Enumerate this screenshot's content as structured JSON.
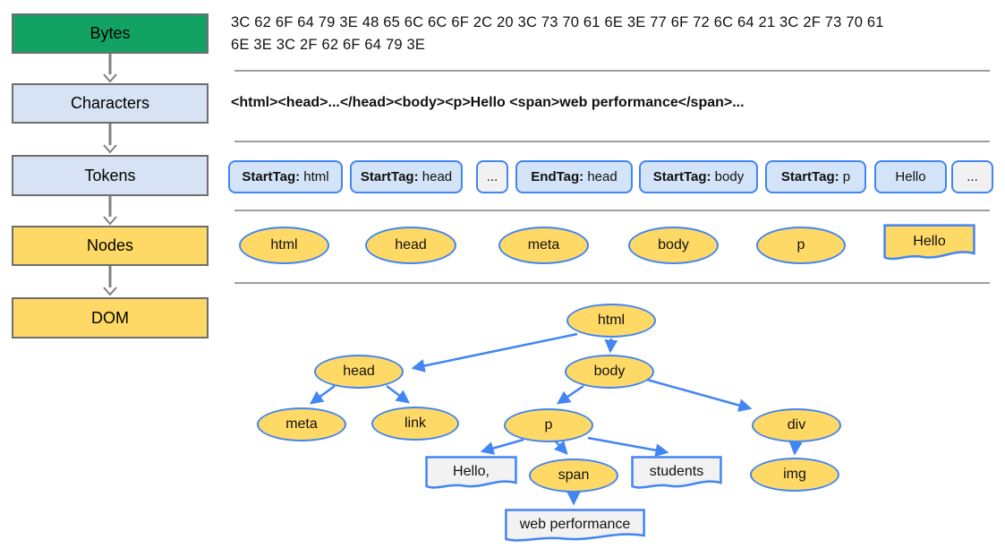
{
  "pipeline": {
    "stages": [
      {
        "label": "Bytes"
      },
      {
        "label": "Characters"
      },
      {
        "label": "Tokens"
      },
      {
        "label": "Nodes"
      },
      {
        "label": "DOM"
      }
    ]
  },
  "bytes": {
    "lines": [
      "3C 62 6F 64 79 3E 48 65 6C 6C 6F 2C 20 3C 73 70 61 6E 3E 77 6F 72 6C 64 21 3C 2F 73 70 61",
      "6E 3E 3C 2F 62 6F 64 79 3E"
    ]
  },
  "characters": {
    "text": "<html><head>...</head><body><p>Hello <span>web performance</span>..."
  },
  "tokens": {
    "items": [
      {
        "label": "StartTag:",
        "value": " html"
      },
      {
        "label": "StartTag:",
        "value": " head"
      },
      {
        "value": "..."
      },
      {
        "label": "EndTag:",
        "value": " head"
      },
      {
        "label": "StartTag:",
        "value": " body"
      },
      {
        "label": "StartTag:",
        "value": " p"
      },
      {
        "value": "Hello"
      },
      {
        "value": "..."
      }
    ]
  },
  "nodes": {
    "items": [
      {
        "text": "html",
        "shape": "oval"
      },
      {
        "text": "head",
        "shape": "oval"
      },
      {
        "text": "meta",
        "shape": "oval"
      },
      {
        "text": "body",
        "shape": "oval"
      },
      {
        "text": "p",
        "shape": "oval"
      },
      {
        "text": "Hello",
        "shape": "text-node"
      }
    ]
  },
  "dom_tree": {
    "nodes": [
      {
        "text": "html",
        "shape": "oval"
      },
      {
        "text": "head",
        "shape": "oval"
      },
      {
        "text": "body",
        "shape": "oval"
      },
      {
        "text": "meta",
        "shape": "oval"
      },
      {
        "text": "link",
        "shape": "oval"
      },
      {
        "text": "p",
        "shape": "oval"
      },
      {
        "text": "div",
        "shape": "oval"
      },
      {
        "text": "Hello,",
        "shape": "text-node"
      },
      {
        "text": "span",
        "shape": "oval"
      },
      {
        "text": "students",
        "shape": "text-node"
      },
      {
        "text": "img",
        "shape": "oval"
      },
      {
        "text": "web performance",
        "shape": "text-node"
      }
    ],
    "edges": [
      "html->head",
      "html->body",
      "head->meta",
      "head->link",
      "body->p",
      "body->div",
      "p->Hello,",
      "p->span",
      "p->students",
      "span->web performance",
      "div->img"
    ]
  },
  "colors": {
    "stage_green": "#12A263",
    "stage_blue": "#D7E3F4",
    "stage_yellow": "#FFD966",
    "node_border_blue": "#4285F4",
    "token_fill": "#D3E3F8",
    "token_light_fill": "#F1F1F1",
    "text_node_fill": "#F2F2F2",
    "connector_gray": "#808080",
    "separator_gray": "#9E9E9E"
  }
}
